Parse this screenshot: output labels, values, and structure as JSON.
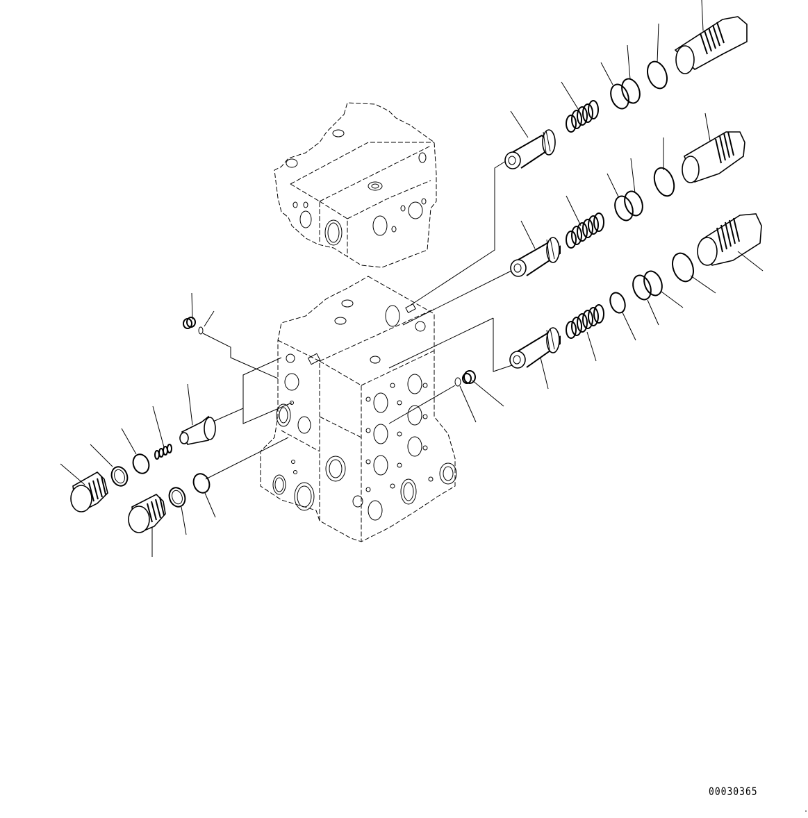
{
  "diagram": {
    "type": "exploded-parts-view",
    "subject": "hydraulic control valve assembly",
    "drawing_number": "00030365",
    "background": "#ffffff",
    "line_color": "#000000",
    "components": [
      {
        "name": "reference-valve-body",
        "style": "dashed-outline",
        "position": "top-center"
      },
      {
        "name": "main-valve-body",
        "style": "dashed-outline",
        "position": "center"
      },
      {
        "name": "relief-valve-row-1",
        "parts": [
          "poppet",
          "spring",
          "ring",
          "backup-ring",
          "o-ring",
          "plug-sleeve"
        ]
      },
      {
        "name": "relief-valve-row-2",
        "parts": [
          "poppet",
          "spring",
          "ring",
          "backup-ring",
          "o-ring",
          "plug-sleeve"
        ]
      },
      {
        "name": "relief-valve-row-3",
        "parts": [
          "poppet",
          "spring",
          "ring",
          "backup-ring",
          "o-ring",
          "plug-sleeve"
        ]
      },
      {
        "name": "left-top-group",
        "parts": [
          "small-plug",
          "small-o-ring"
        ]
      },
      {
        "name": "left-check-group",
        "parts": [
          "plug",
          "washer",
          "o-ring",
          "spring",
          "check-valve"
        ]
      },
      {
        "name": "left-bottom-group",
        "parts": [
          "plug",
          "washer",
          "o-ring"
        ]
      },
      {
        "name": "right-small-group",
        "parts": [
          "small-o-ring",
          "small-plug"
        ]
      }
    ]
  }
}
